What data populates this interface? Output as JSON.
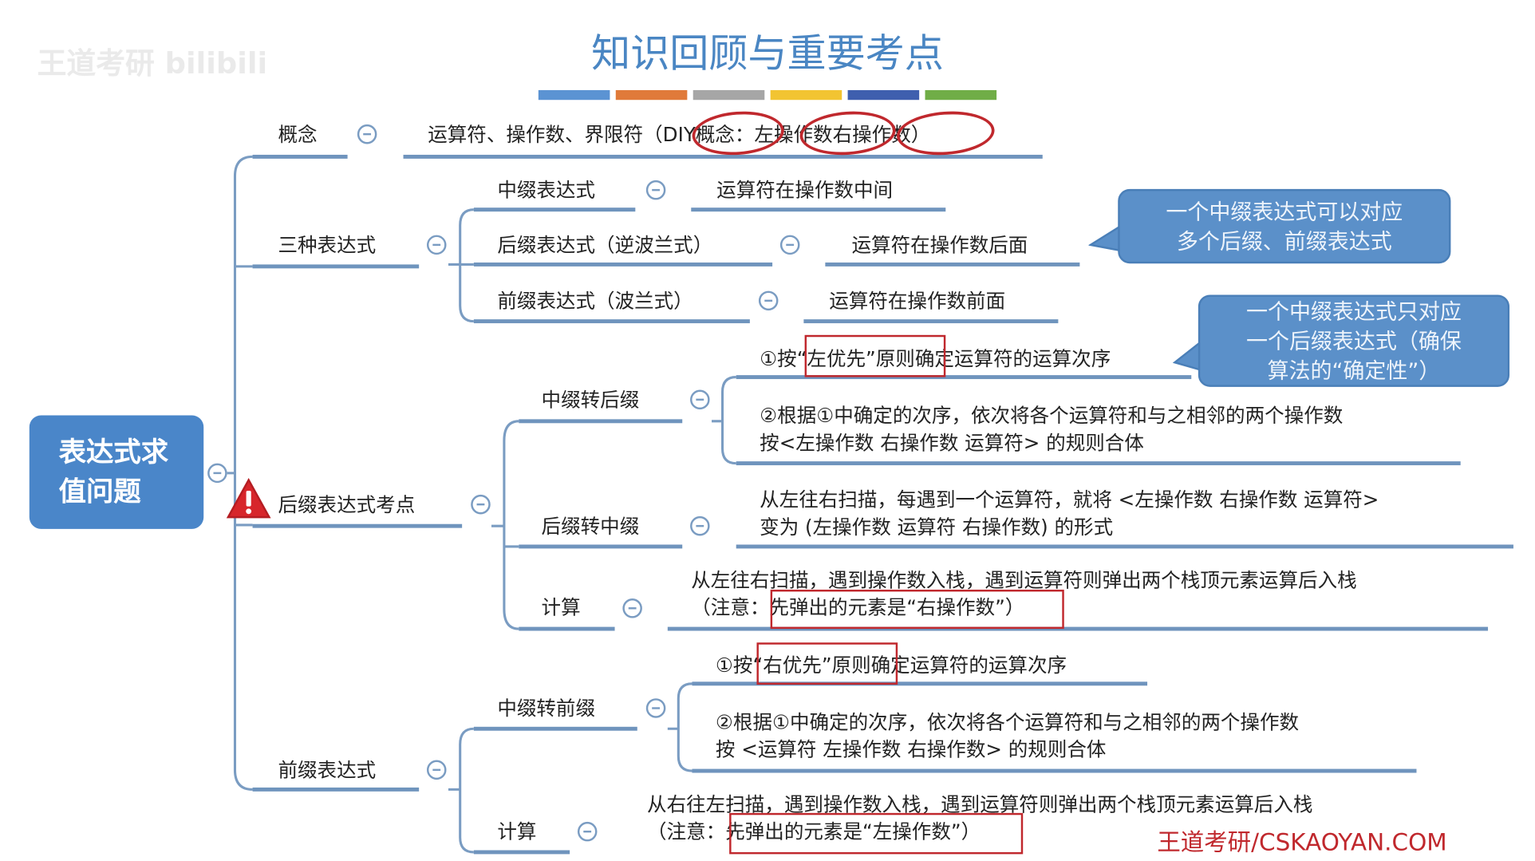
{
  "title": "知识回顾与重要考点",
  "colors": {
    "bar": [
      "#5b93d3",
      "#e07a3a",
      "#a6a6a6",
      "#f2c432",
      "#3f5fae",
      "#70ad47"
    ],
    "line": "#6f94bd",
    "accent": "#c0282d",
    "callout": "#5b90c9"
  },
  "watermark": "王道考研 bilibili",
  "root": {
    "label": "表达式求\n值问题"
  },
  "concept": {
    "label": "概念",
    "text": {
      "part1": "运算符、操作数、界限符（",
      "diy": "DIY概念",
      "colon": "：",
      "left": "左操作数",
      "right": "右操作数",
      "close": "）"
    }
  },
  "three": {
    "label": "三种表达式",
    "infix": {
      "label": "中缀表达式",
      "desc": "运算符在操作数中间"
    },
    "postfix": {
      "label": "后缀表达式（逆波兰式）",
      "desc": "运算符在操作数后面"
    },
    "prefix": {
      "label": "前缀表达式（波兰式）",
      "desc": "运算符在操作数前面"
    }
  },
  "postfix_section": {
    "label": "后缀表达式考点",
    "to_postfix": {
      "label": "中缀转后缀",
      "step1": {
        "pre": "①按",
        "hl": "“左优先”原则",
        "post": "确定运算符的运算次序"
      },
      "step2": {
        "line1": "②根据①中确定的次序，依次将各个运算符和与之相邻的两个操作数",
        "line2": "按<左操作数  右操作数  运算符> 的规则合体"
      }
    },
    "to_infix": {
      "label": "后缀转中缀",
      "line1": "从左往右扫描，每遇到一个运算符，就将 <左操作数  右操作数  运算符>",
      "line2": "变为 (左操作数  运算符  右操作数) 的形式"
    },
    "calc": {
      "label": "计算",
      "line1": "从左往右扫描，遇到操作数入栈，遇到运算符则弹出两个栈顶元素运算后入栈",
      "pre": "（注意：",
      "hl": "先弹出的元素是“右操作数”）"
    }
  },
  "prefix_section": {
    "label": "前缀表达式",
    "to_prefix": {
      "label": "中缀转前缀",
      "step1": {
        "pre": "①按",
        "hl": "“右优先”原则",
        "post": "确定运算符的运算次序"
      },
      "step2": {
        "line1": "②根据①中确定的次序，依次将各个运算符和与之相邻的两个操作数",
        "line2": "按 <运算符  左操作数  右操作数> 的规则合体"
      }
    },
    "calc": {
      "label": "计算",
      "line1": "从右往左扫描，遇到操作数入栈，遇到运算符则弹出两个栈顶元素运算后入栈",
      "pre": "（注意：",
      "hl": "先弹出的元素是“左操作数”）"
    }
  },
  "callouts": {
    "c1": {
      "line1": "一个中缀表达式可以对应",
      "line2": "多个后缀、前缀表达式"
    },
    "c2": {
      "line1": "一个中缀表达式只对应",
      "line2": "一个后缀表达式（确保",
      "line3": "算法的“确定性”）"
    }
  },
  "footer": "王道考研/CSKAOYAN.COM"
}
